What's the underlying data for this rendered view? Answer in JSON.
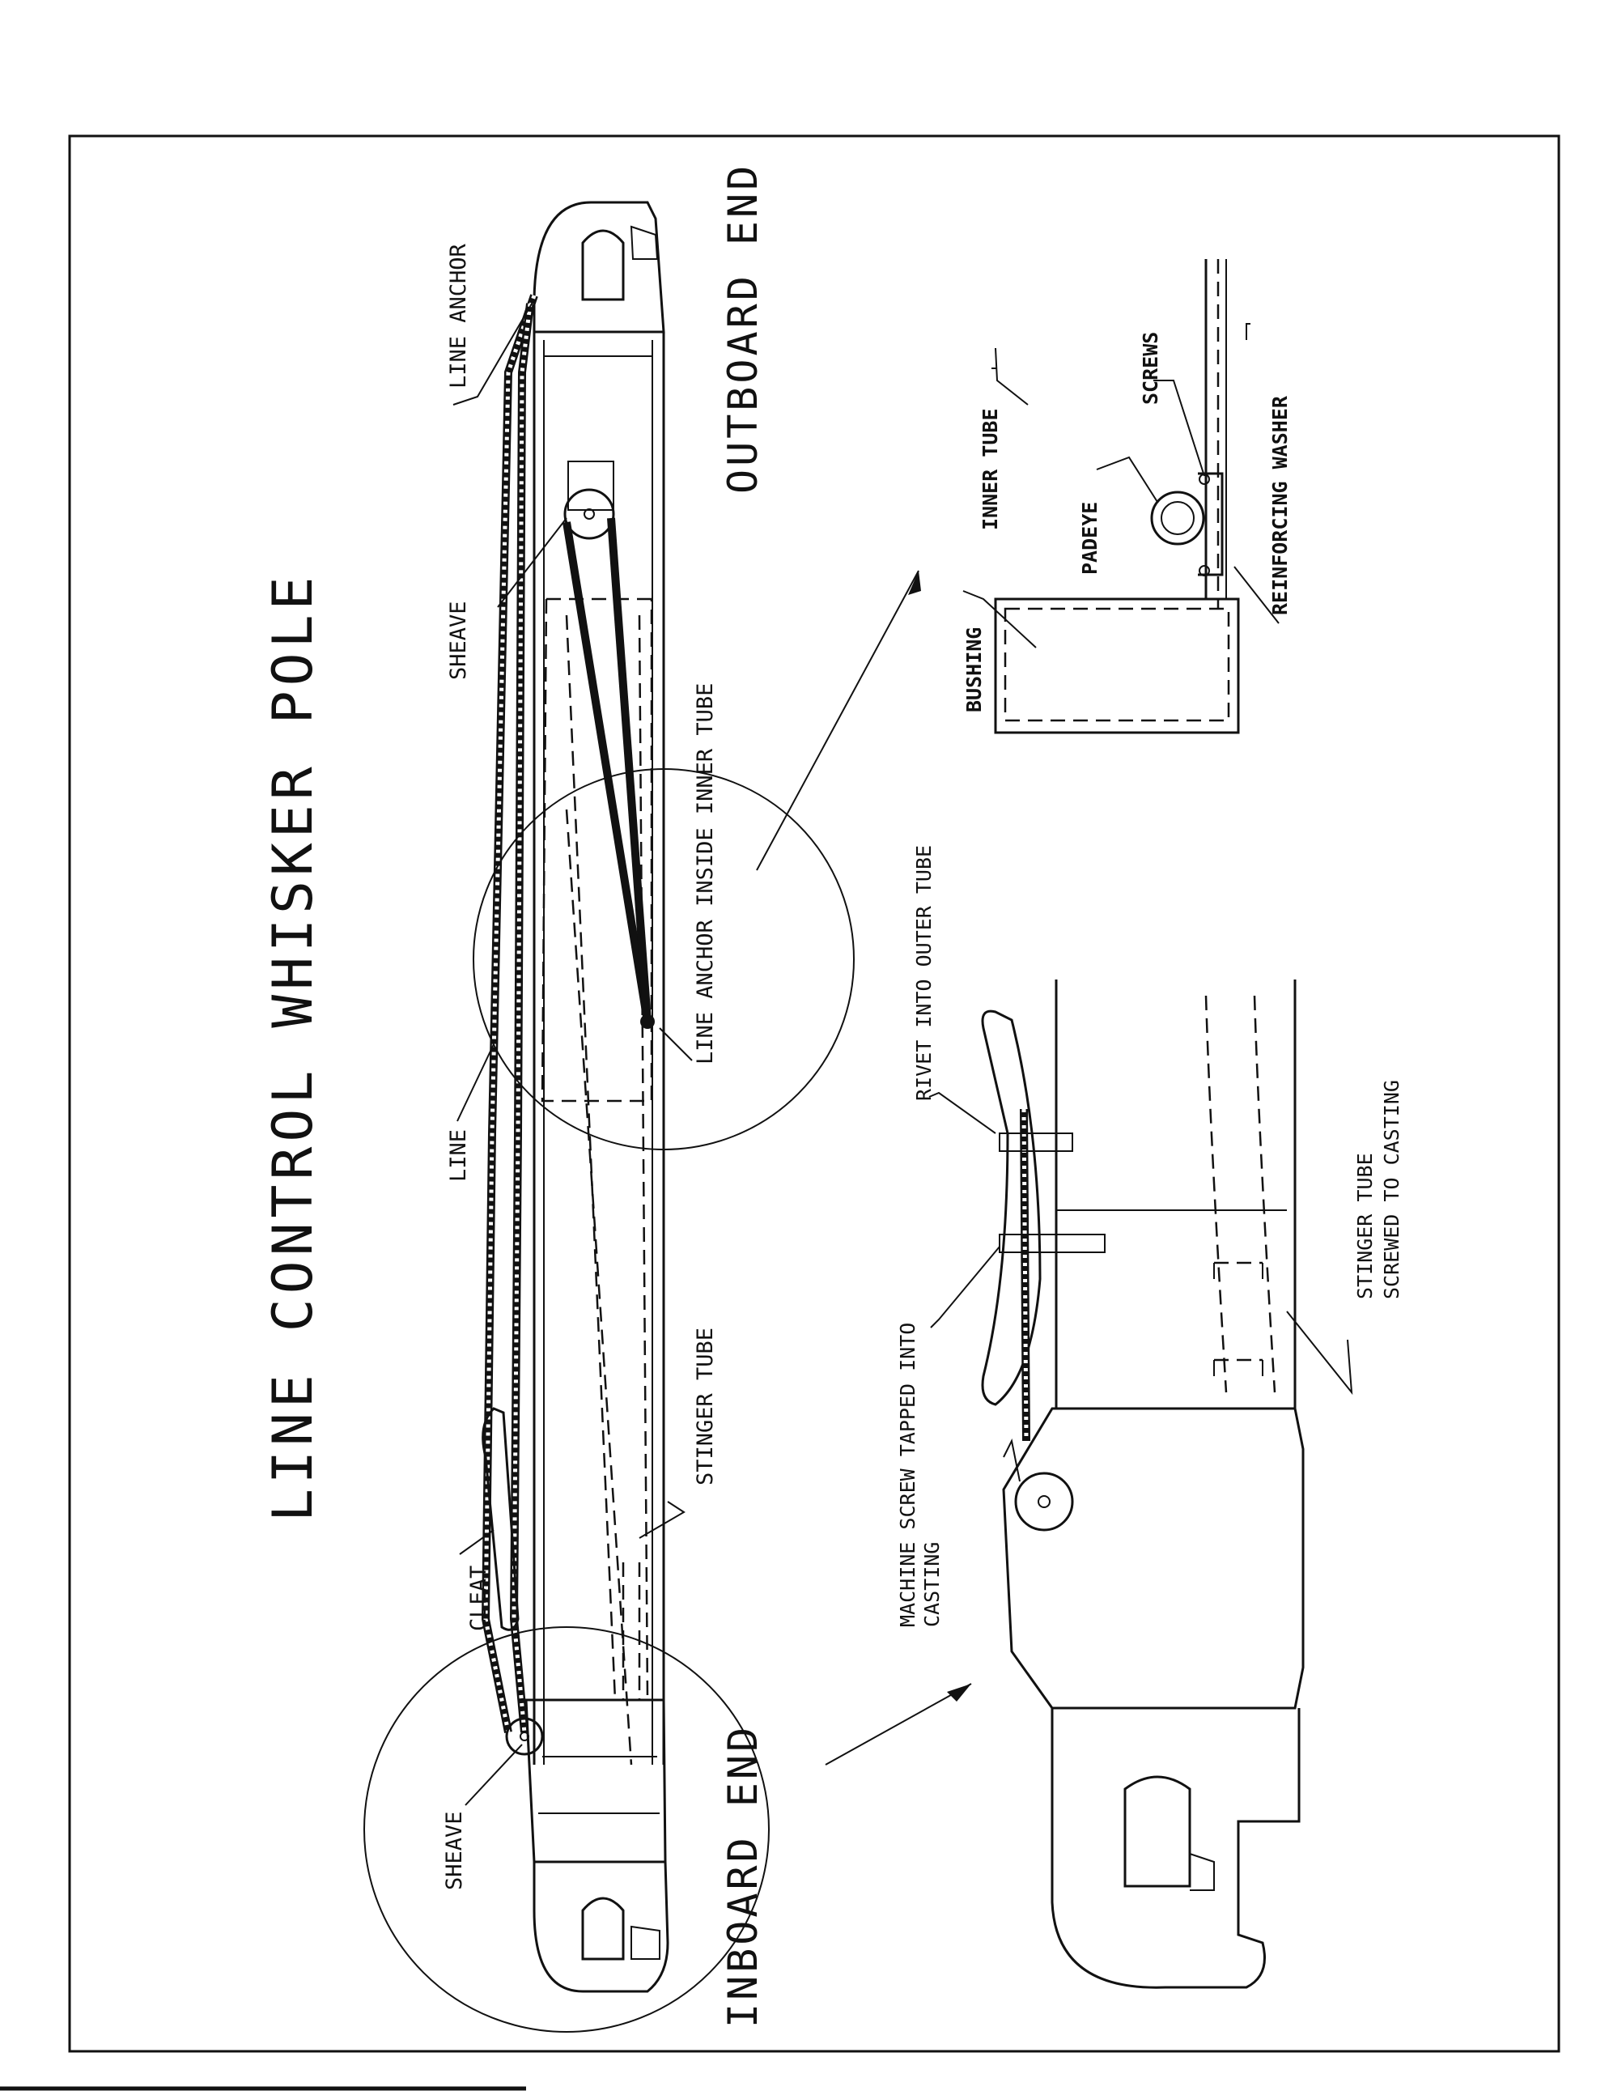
{
  "title": "LINE CONTROL WHISKER POLE",
  "end_labels": {
    "outboard": "OUTBOARD END",
    "inboard": "INBOARD END"
  },
  "main_labels": {
    "line_anchor": "LINE ANCHOR",
    "sheave_top": "SHEAVE",
    "line_anchor_inside": "LINE ANCHOR INSIDE INNER TUBE",
    "line": "LINE",
    "stinger_tube": "STINGER TUBE",
    "cleat": "CLEAT",
    "sheave_bottom": "SHEAVE"
  },
  "detail_outboard": {
    "inner_tube": "INNER TUBE",
    "screws": "SCREWS",
    "padeye": "PADEYE",
    "reinforcing_washer": "REINFORCING WASHER",
    "bushing": "BUSHING"
  },
  "detail_inboard": {
    "rivet": "RIVET INTO OUTER TUBE",
    "stinger_line1": "STINGER TUBE",
    "stinger_line2": "SCREWED TO CASTING",
    "machine_screw_line1": "MACHINE SCREW TAPPED INTO",
    "machine_screw_line2": "CASTING"
  }
}
